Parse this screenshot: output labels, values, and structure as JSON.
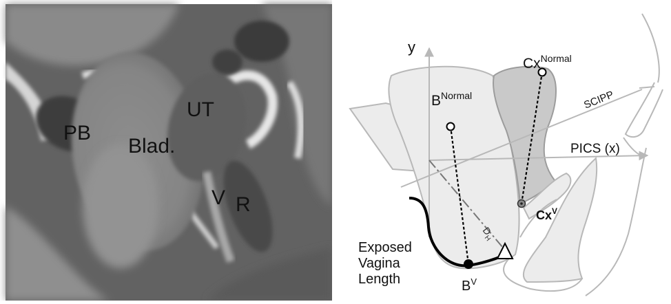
{
  "mri": {
    "labels": {
      "pb": "PB",
      "blad": "Blad.",
      "ut": "UT",
      "v": "V",
      "r": "R"
    }
  },
  "diagram": {
    "axis_y": "y",
    "pics": "PICS (x)",
    "scipp": "SCIPP",
    "b_normal": {
      "base": "B",
      "sup": "Normal"
    },
    "cx_normal": {
      "base": "Cx",
      "sup": "Normal"
    },
    "cx_v": {
      "base": "Cx",
      "sup": "V"
    },
    "b_v": {
      "base": "B",
      "sup": "V"
    },
    "dh": {
      "base": "D",
      "sub": "H"
    },
    "exposed": [
      "Exposed",
      "Vagina",
      "Length"
    ]
  },
  "colors": {
    "outline": "#b8b8b8",
    "organ_fill": "#ececec",
    "uterus_fill": "#c9c9c9",
    "black": "#000000"
  }
}
